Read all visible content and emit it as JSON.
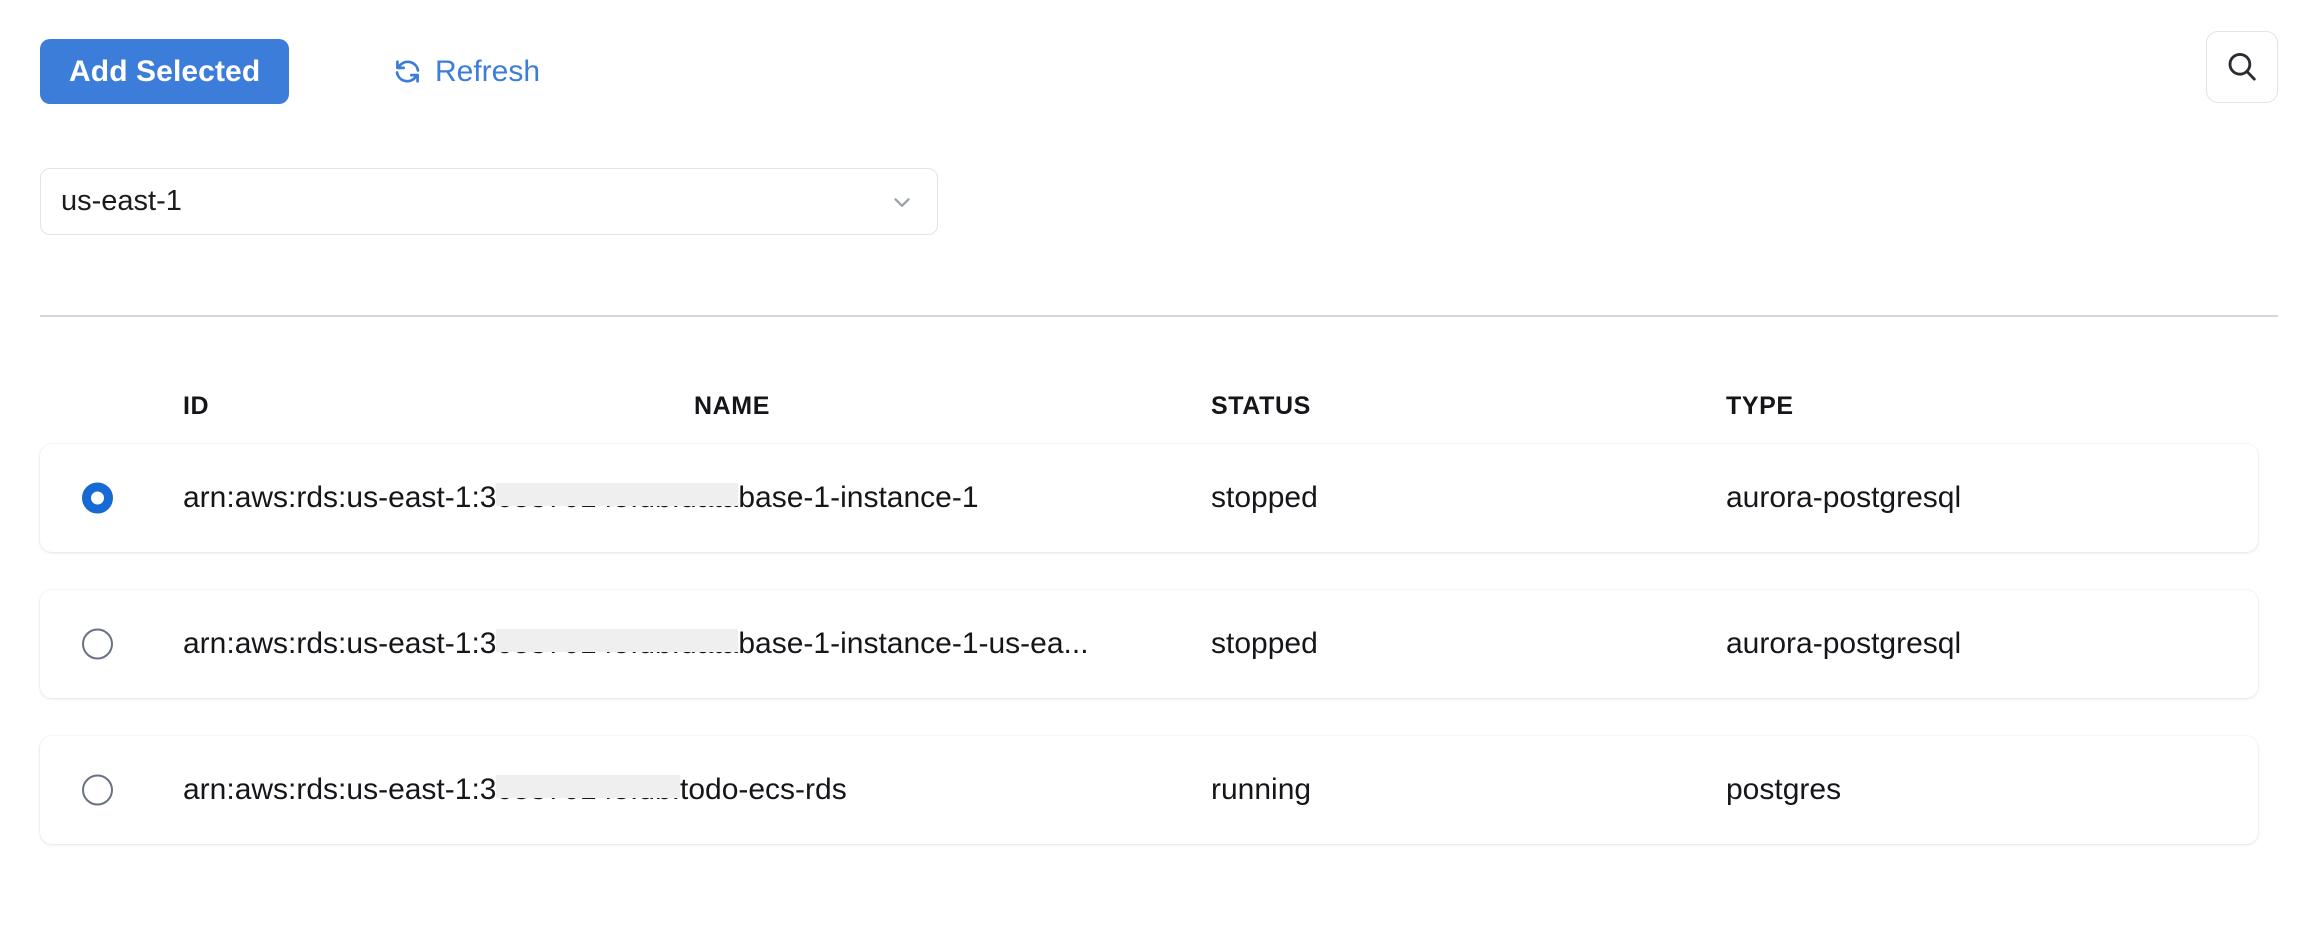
{
  "toolbar": {
    "add_selected_label": "Add Selected",
    "refresh_label": "Refresh",
    "refresh_icon": "refresh-icon",
    "search_icon": "search-icon",
    "primary_color": "#3b7dd8",
    "link_color": "#3b7dd8"
  },
  "region": {
    "selected": "us-east-1",
    "chevron_icon": "chevron-down-icon"
  },
  "table": {
    "columns": [
      "ID",
      "NAME",
      "STATUS",
      "TYPE"
    ],
    "rows": [
      {
        "selected": true,
        "id_prefix": "arn:aws:rds:us-east-1:3",
        "id_masked": "05370145:db:data",
        "id_suffix": "base-1-instance-1",
        "name": "",
        "status": "stopped",
        "type": "aurora-postgresql"
      },
      {
        "selected": false,
        "id_prefix": "arn:aws:rds:us-east-1:3",
        "id_masked": "05370145:db:data",
        "id_suffix": "base-1-instance-1-us-ea...",
        "name": "",
        "status": "stopped",
        "type": "aurora-postgresql"
      },
      {
        "selected": false,
        "id_prefix": "arn:aws:rds:us-east-1:3",
        "id_masked": "05370145:db:",
        "id_suffix": "todo-ecs-rds",
        "name": "",
        "status": "running",
        "type": "postgres"
      }
    ]
  }
}
